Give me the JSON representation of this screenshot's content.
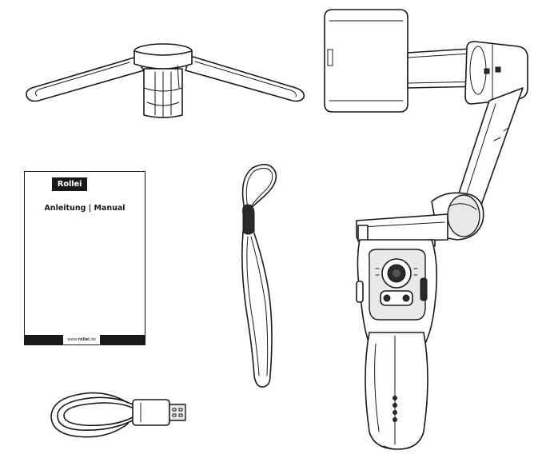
{
  "manual": {
    "brand": "Rollei",
    "title": "Anleitung | Manual",
    "url_prefix": "www.",
    "url_brand": "rollei",
    "url_suffix": ".de"
  },
  "icons": {
    "tripod": "mini-tripod-illustration",
    "gimbal": "gimbal-stabilizer-illustration",
    "strap": "wrist-strap-illustration",
    "cable": "usb-cable-illustration"
  }
}
